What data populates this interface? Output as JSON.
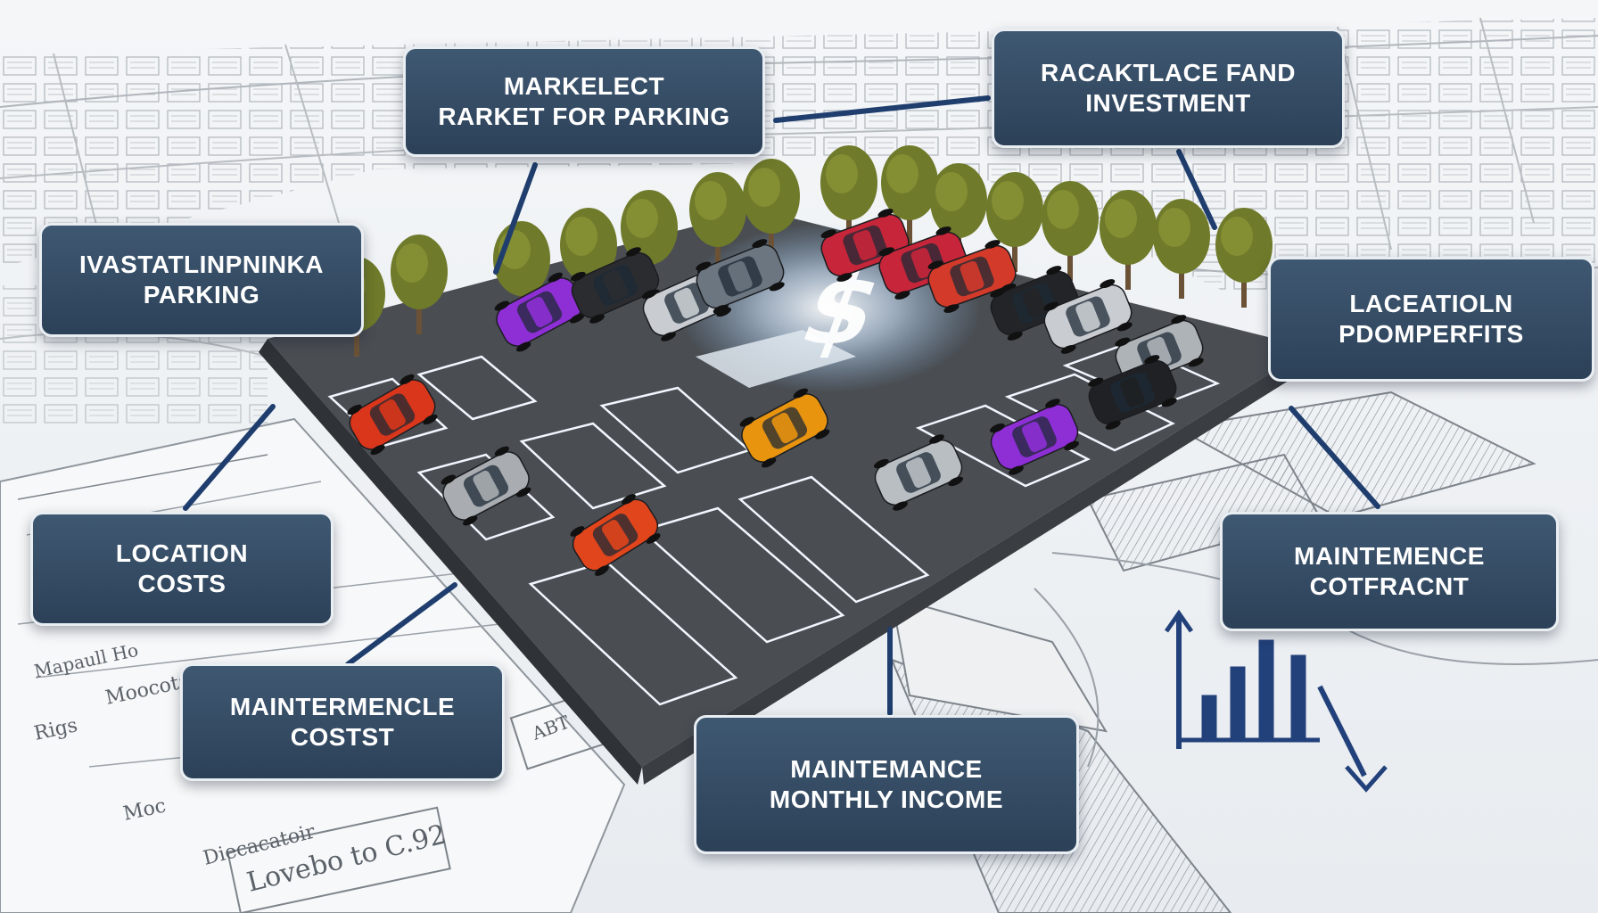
{
  "labels": [
    {
      "id": "market-for-parking",
      "lines": [
        "MARKELECT",
        "RARKET FOR PARKING"
      ]
    },
    {
      "id": "marketplace-investment",
      "lines": [
        "RACAKTLACE FAND",
        "INVESTMENT"
      ]
    },
    {
      "id": "parking-type",
      "lines": [
        "IVASTATLINPNINKA",
        "PARKING"
      ]
    },
    {
      "id": "location-profits",
      "lines": [
        "LACEATIOLN",
        "PDOMPERFITS"
      ]
    },
    {
      "id": "location-costs",
      "lines": [
        "LOCATION",
        "COSTS"
      ]
    },
    {
      "id": "maintenance-contract",
      "lines": [
        "MAINTEMENCE",
        "COTFRACNT"
      ]
    },
    {
      "id": "maintenance-costs",
      "lines": [
        "MAINTERMENCLE",
        "COSTST"
      ]
    },
    {
      "id": "monthly-income",
      "lines": [
        "MAINTEMANCE",
        "MONTHLY INCOME"
      ]
    }
  ],
  "document_scribbles": [
    "Moocotables",
    "Rigs",
    "Mapaull Ho",
    "Moc",
    "Diecacatoir",
    "Lovebo to C.92",
    "ABT"
  ],
  "colors": {
    "label_bg": "#34495f",
    "label_border": "#e9eef3",
    "lot_surface": "#4a4e53",
    "dollar_glow": "#dbeeff",
    "chart_color": "#22407a"
  }
}
